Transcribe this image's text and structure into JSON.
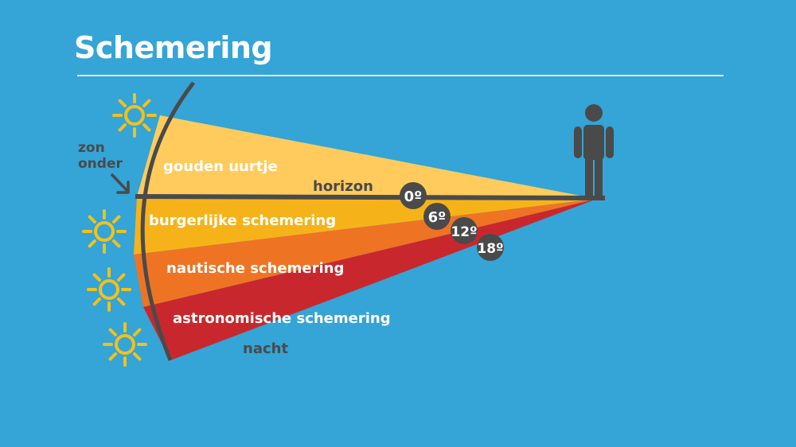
{
  "title": "Schemering",
  "sun_label": [
    "zon",
    "onder"
  ],
  "horizon_label": "horizon",
  "night_label": "nacht",
  "zones": [
    {
      "label": "gouden uurtje",
      "color": "#fecb5c"
    },
    {
      "label": "burgerlijke schemering",
      "color": "#f6b319"
    },
    {
      "label": "nautische schemering",
      "color": "#ee7424"
    },
    {
      "label": "astronomische schemering",
      "color": "#c8282d"
    }
  ],
  "degrees": [
    "0º",
    "6º",
    "12º",
    "18º"
  ],
  "colors": {
    "background": "#35a4d6",
    "sun": "#f2c11c",
    "dark": "#4a4a4a",
    "text_light": "#ffffff"
  },
  "icons": {
    "sun": "sun-icon",
    "person": "person-icon",
    "arrow": "arrow-down-right-icon"
  }
}
